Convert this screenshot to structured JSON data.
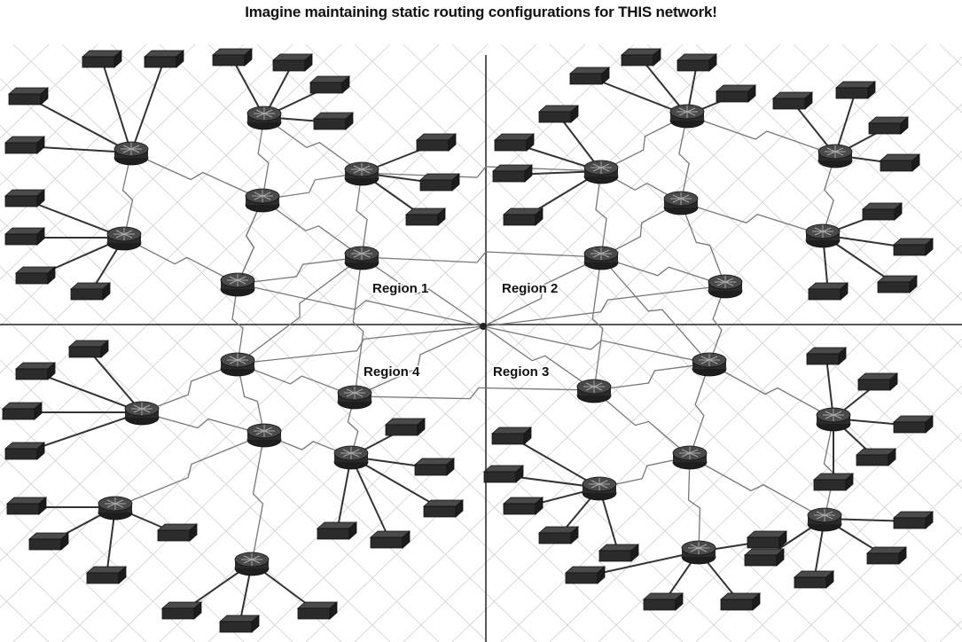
{
  "title": "Imagine maintaining static routing configurations for THIS network!",
  "regions": [
    {
      "id": "region-1",
      "label": "Region 1"
    },
    {
      "id": "region-2",
      "label": "Region 2"
    },
    {
      "id": "region-3",
      "label": "Region 3"
    },
    {
      "id": "region-4",
      "label": "Region 4"
    }
  ],
  "colors": {
    "device": "#2b2b2b",
    "device_top": "#4a4a4a",
    "link": "#333333",
    "serial_link": "#777777",
    "grid": "#cfcfcf",
    "divider": "#222222"
  },
  "icons": {
    "router": "router-icon",
    "switch": "switch-icon"
  }
}
